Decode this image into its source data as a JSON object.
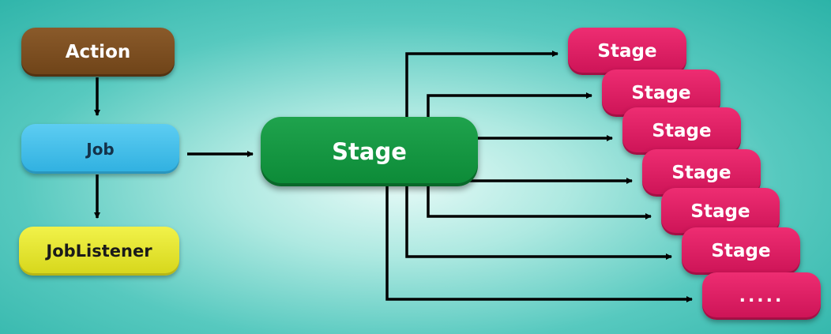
{
  "left_chain": {
    "action": "Action",
    "job": "Job",
    "job_listener": "JobListener"
  },
  "main_stage": "Stage",
  "sub_stages": [
    "Stage",
    "Stage",
    "Stage",
    "Stage",
    "Stage",
    "Stage",
    "....."
  ],
  "colors": {
    "action": "#7a4c20",
    "job": "#3dbce8",
    "job_listener": "#e4e42c",
    "main_stage": "#13963f",
    "sub_stage": "#de1d64",
    "arrow": "#000000"
  }
}
